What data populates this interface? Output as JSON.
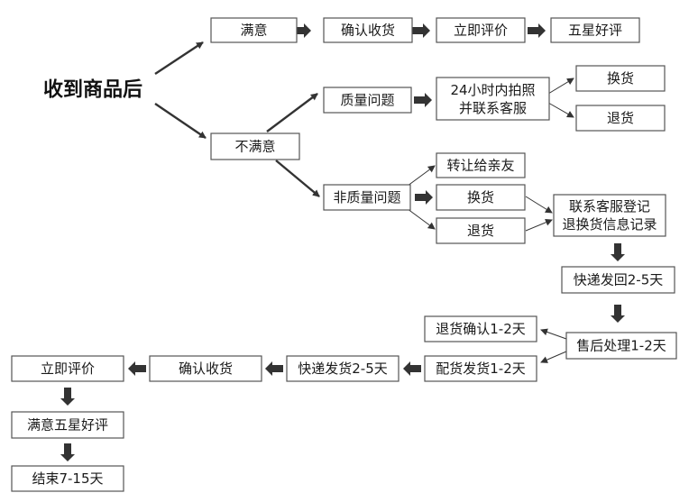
{
  "title": "收到商品后",
  "nodes": {
    "satisfied": "满意",
    "confirm_receipt_top": "确认收货",
    "review_top": "立即评价",
    "five_star": "五星好评",
    "unsatisfied": "不满意",
    "quality_issue": "质量问题",
    "photo_24h_line1": "24小时内拍照",
    "photo_24h_line2": "并联系客服",
    "exchange_quality": "换货",
    "return_quality": "退货",
    "non_quality_issue": "非质量问题",
    "gift_to_friend": "转让给亲友",
    "exchange_non_quality": "换货",
    "return_non_quality": "退货",
    "register_line1": "联系客服登记",
    "register_line2": "退换货信息记录",
    "express_return": "快递发回2-5天",
    "after_sales": "售后处理1-2天",
    "refund_confirm": "退货确认1-2天",
    "restock_ship": "配货发货1-2天",
    "express_ship": "快递发货2-5天",
    "confirm_receipt_bottom": "确认收货",
    "review_bottom": "立即评价",
    "five_star_bottom": "满意五星好评",
    "end": "结束7-15天"
  }
}
